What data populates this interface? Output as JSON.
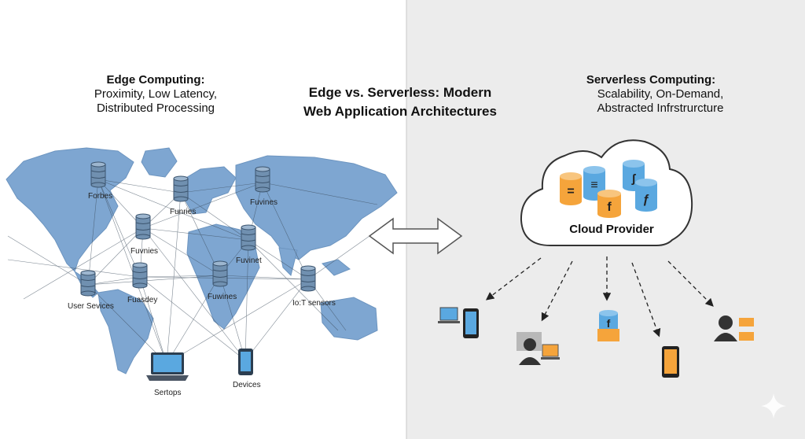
{
  "title": {
    "line1": "Edge vs. Serverless: Modern",
    "line2": "Web Application Architectures"
  },
  "edge": {
    "heading": "Edge Computing:",
    "line1": "Proximity, Low Latency,",
    "line2": "Distributed Processing",
    "nodes": [
      {
        "id": "n1",
        "label": "Forbes"
      },
      {
        "id": "n2",
        "label": "Funries"
      },
      {
        "id": "n3",
        "label": "Fuvines"
      },
      {
        "id": "n4",
        "label": "Fuvnies"
      },
      {
        "id": "n5",
        "label": "Fuvinet"
      },
      {
        "id": "n6",
        "label": "User Sevices"
      },
      {
        "id": "n7",
        "label": "Fuasdey"
      },
      {
        "id": "n8",
        "label": "Fuwines"
      },
      {
        "id": "n9",
        "label": "Io:T sensors"
      }
    ],
    "devices": [
      {
        "id": "laptop",
        "label": "Sertops"
      },
      {
        "id": "phone",
        "label": "Devices"
      }
    ]
  },
  "serverless": {
    "heading": "Serverless Computing:",
    "line1": "Scalability, On-Demand,",
    "line2": "Abstracted Infrstrurcture",
    "cloud_label": "Cloud Provider",
    "db_glyphs": [
      "=",
      "≡",
      "f",
      "ʃ",
      "ƒ"
    ]
  },
  "colors": {
    "map": "#7ea6d1",
    "db": "#6a89aa",
    "orange": "#f5a43b",
    "blue_db": "#5aa8e0",
    "right_bg": "#ececec"
  }
}
